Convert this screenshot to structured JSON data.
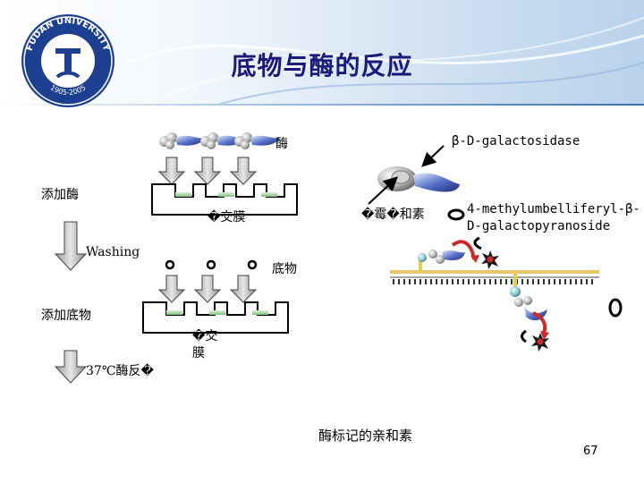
{
  "slide": {
    "title": "底物与酶的反应",
    "page_number": "67"
  },
  "logo": {
    "text_top": "FUDAN UNIVERSITY",
    "years": "1905-2005"
  },
  "left_diagram": {
    "label_enzyme": "酶",
    "label_add_enzyme": "添加酶",
    "label_membrane_1": "�交膜",
    "label_washing": "Washing",
    "label_substrate": "底物",
    "label_add_substrate": "添加底物",
    "label_membrane_2_line1": "�交",
    "label_membrane_2_line2": "膜",
    "label_incubation": "37℃酶反�"
  },
  "right_diagram": {
    "label_enzyme_name": "β-D-galactosidase",
    "label_avidin": "�霉�和素",
    "label_substrate_name_line1": "4-methylumbelliferyl-β-",
    "label_substrate_name_line2": "D-galactopyranoside",
    "caption": "酶标记的亲和素"
  }
}
